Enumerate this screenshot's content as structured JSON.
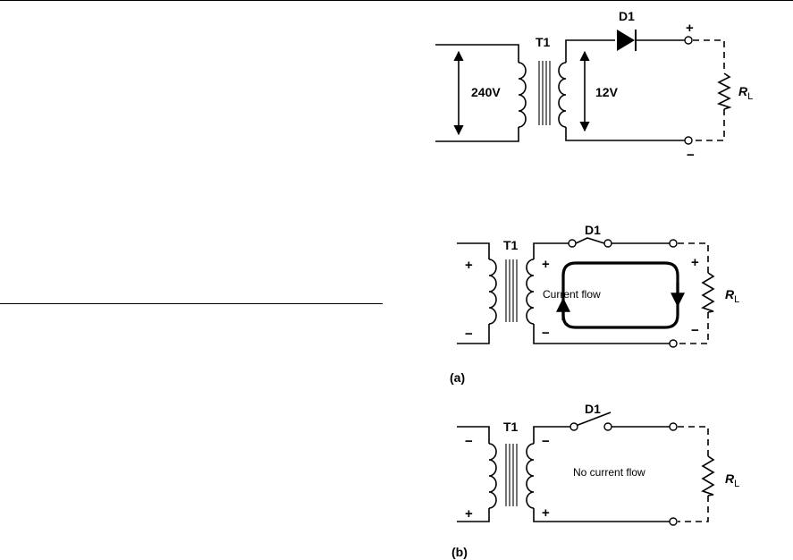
{
  "figure1": {
    "transformer_label": "T1",
    "diode_label": "D1",
    "primary_voltage": "240V",
    "secondary_voltage": "12V",
    "load_label_main": "R",
    "load_label_sub": "L",
    "plus_sign": "+",
    "minus_sign": "−"
  },
  "figure_a": {
    "transformer_label": "T1",
    "switch_label": "D1",
    "current_text": "Current flow",
    "load_label_main": "R",
    "load_label_sub": "L",
    "caption": "(a)",
    "primary_top_sign": "+",
    "primary_bottom_sign": "−",
    "secondary_top_sign": "+",
    "secondary_bottom_sign": "−",
    "load_top_sign": "+",
    "load_bottom_sign": "−"
  },
  "figure_b": {
    "transformer_label": "T1",
    "switch_label": "D1",
    "current_text": "No current flow",
    "load_label_main": "R",
    "load_label_sub": "L",
    "caption": "(b)",
    "primary_top_sign": "−",
    "primary_bottom_sign": "+",
    "secondary_top_sign": "−",
    "secondary_bottom_sign": "+"
  }
}
